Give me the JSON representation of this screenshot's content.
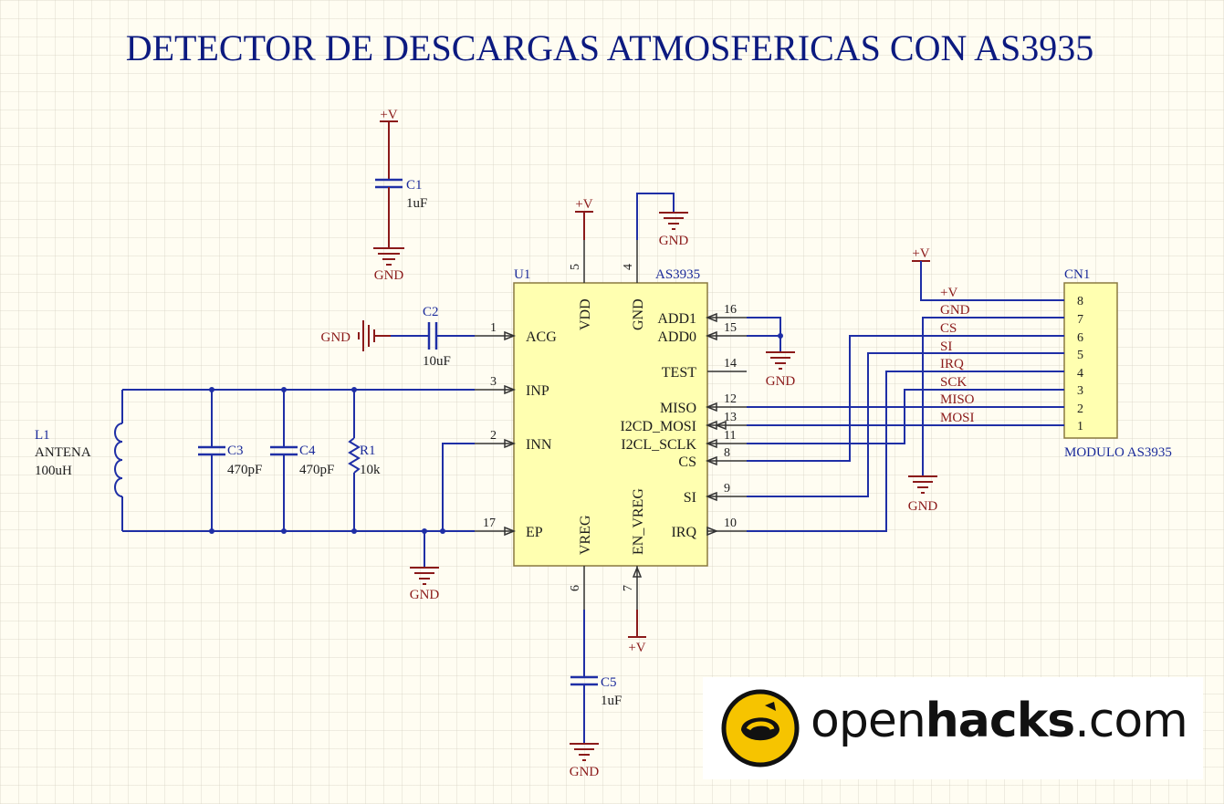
{
  "title": "DETECTOR DE DESCARGAS ATMOSFERICAS CON AS3935",
  "ic": {
    "designator": "U1",
    "part": "AS3935",
    "top_pins": [
      {
        "num": "5",
        "name": "VDD"
      },
      {
        "num": "4",
        "name": "GND"
      }
    ],
    "bottom_pins": [
      {
        "num": "6",
        "name": "VREG"
      },
      {
        "num": "7",
        "name": "EN_VREG"
      }
    ],
    "left_pins": [
      {
        "num": "1",
        "name": "ACG"
      },
      {
        "num": "3",
        "name": "INP"
      },
      {
        "num": "2",
        "name": "INN"
      },
      {
        "num": "17",
        "name": "EP"
      }
    ],
    "right_pins": [
      {
        "num": "16",
        "name": "ADD1"
      },
      {
        "num": "15",
        "name": "ADD0"
      },
      {
        "num": "14",
        "name": "TEST"
      },
      {
        "num": "12",
        "name": "MISO"
      },
      {
        "num": "13",
        "name": "I2CD_MOSI"
      },
      {
        "num": "11",
        "name": "I2CL_SCLK"
      },
      {
        "num": "8",
        "name": "CS"
      },
      {
        "num": "9",
        "name": "SI"
      },
      {
        "num": "10",
        "name": "IRQ"
      }
    ]
  },
  "components": {
    "c1": {
      "designator": "C1",
      "value": "1uF"
    },
    "c2": {
      "designator": "C2",
      "value": "10uF"
    },
    "c3": {
      "designator": "C3",
      "value": "470pF"
    },
    "c4": {
      "designator": "C4",
      "value": "470pF"
    },
    "c5": {
      "designator": "C5",
      "value": "1uF"
    },
    "r1": {
      "designator": "R1",
      "value": "10k"
    },
    "l1": {
      "designator": "L1",
      "name": "ANTENA",
      "value": "100uH"
    }
  },
  "connector": {
    "designator": "CN1",
    "name": "MODULO AS3935",
    "pins": [
      {
        "num": "8",
        "net": "+V"
      },
      {
        "num": "7",
        "net": "GND"
      },
      {
        "num": "6",
        "net": "CS"
      },
      {
        "num": "5",
        "net": "SI"
      },
      {
        "num": "4",
        "net": "IRQ"
      },
      {
        "num": "3",
        "net": "SCK"
      },
      {
        "num": "2",
        "net": "MISO"
      },
      {
        "num": "1",
        "net": "MOSI"
      }
    ]
  },
  "power": {
    "vcc": "+V",
    "gnd": "GND"
  },
  "logo": {
    "prefix": "open",
    "bold": "hacks",
    "suffix": ".com"
  },
  "colors": {
    "wire": "#1f2fa6",
    "power": "#8b1a1a",
    "chip_fill": "#ffffb0",
    "title": "#0c1a80"
  }
}
